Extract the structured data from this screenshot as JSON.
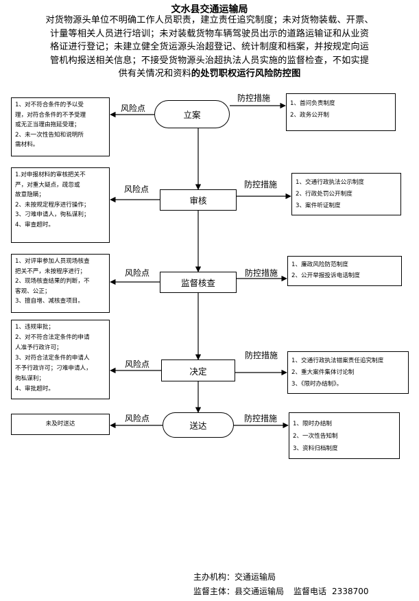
{
  "org": "文水县交通运输局",
  "title": {
    "lines": [
      "对货物源头单位不明确工作人员职责，建立责任追究制度；未对货物装载、开票、",
      "计量等相关人员进行培训；未对装载货物车辆驾驶员出示的道路运输证和从业资",
      "格证进行登记；未建立健全货运源头治超登记、统计制度和档案，并按规定向运",
      "管机构报送相关信息；不接受货物源头治超执法人员实施的监督检查，不如实提"
    ],
    "last_plain": "供有关情况和资料",
    "last_bold": "的处罚职权运行风险防控图"
  },
  "risk_label": "风险点",
  "measure_label": "防控措施",
  "stages": [
    {
      "name": "立案",
      "risks": [
        "1、对不符合条件的予以受",
        "理，对符合条件的不予受理",
        "或无正当理由拖延受理；",
        "2、未一次性告知和说明所",
        "需材料。"
      ],
      "measures": [
        "1、首问负责制度",
        "2、政务公开制"
      ]
    },
    {
      "name": "审核",
      "risks": [
        "1.对申报材料的审核把关不",
        "严，对重大疑点，疏忽或",
        "故意隐瞒；",
        "2、未按规定程序进行操作；",
        "3、刁难申请人，徇私谋利；",
        "4、审查超时。"
      ],
      "measures": [
        "1、交通行政执法公示制度",
        "2、行政处罚公开制度",
        "3、案件听证制度"
      ]
    },
    {
      "name": "监督核查",
      "risks": [
        "1、对评审参加人员现场核查",
        "把关不严，未按程序进行；",
        "2、现场核查结果的判断，不",
        "客观、公正；",
        "3、擅自增、减核查项目。"
      ],
      "measures": [
        "1、廉政风险防范制度",
        "2、公开举报投诉电话制度"
      ]
    },
    {
      "name": "决定",
      "risks": [
        "1、违规审批；",
        "2、对不符合法定条件的申请",
        "人准予行政许可；",
        "3、对符合法定条件的申请人",
        "不予行政许可；刁难申请人，",
        "徇私谋利；",
        "4、审批超时。"
      ],
      "measures": [
        "1、交通行政执法错案责任追究制度",
        "2、重大案件集体讨论制",
        "3、《限时办结制》。"
      ]
    },
    {
      "name": "送达",
      "risks": [
        "未及时送达"
      ],
      "measures": [
        "1、限时办结制",
        "2、一次性告知制",
        "3、资料归档制度"
      ]
    }
  ],
  "footer": {
    "org_label": "主办机构：",
    "org_value": "交通运输局",
    "supervisor_label": "监督主体：",
    "supervisor_value": "县交通运输局",
    "phone_label": "监督电话",
    "phone_value": "2338700"
  }
}
